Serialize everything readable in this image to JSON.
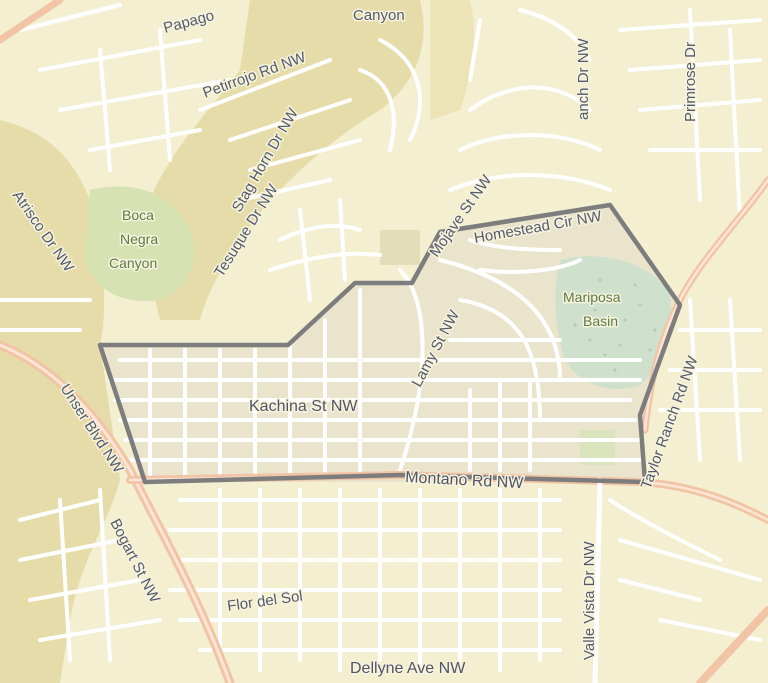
{
  "map": {
    "colors": {
      "background": "#f4efd0",
      "terrain": "#e6dca9",
      "park": "#d5e3b4",
      "basin": "#c9dccb",
      "street": "#ffffff",
      "arterial": "#f2c4a6",
      "boundary": "#7d7d7d",
      "highlight": "#e3dfc9"
    },
    "labels": {
      "papago": "Papago",
      "canyon_top": "Canyon",
      "petirrojo": "Petirrojo Rd NW",
      "stag_horn": "Stag Horn Dr NW",
      "tesuque": "Tesuque Dr NW",
      "mojave": "Mojave St NW",
      "homestead": "Homestead Cir NW",
      "ranch": "anch Dr NW",
      "primrose": "Primrose Dr",
      "atrisco": "Atrisco Dr NW",
      "boca_1": "Boca",
      "boca_2": "Negra",
      "boca_3": "Canyon",
      "mariposa_1": "Mariposa",
      "mariposa_2": "Basin",
      "lamy": "Lamy St NW",
      "kachina": "Kachina St NW",
      "taylor": "Taylor Ranch Rd NW",
      "unser": "Unser Blvd NW",
      "montano": "Montano Rd NW",
      "bogart": "Bogart St NW",
      "flor": "Flor del Sol",
      "valle": "Valle Vista Dr NW",
      "dellyne": "Dellyne Ave NW"
    }
  }
}
